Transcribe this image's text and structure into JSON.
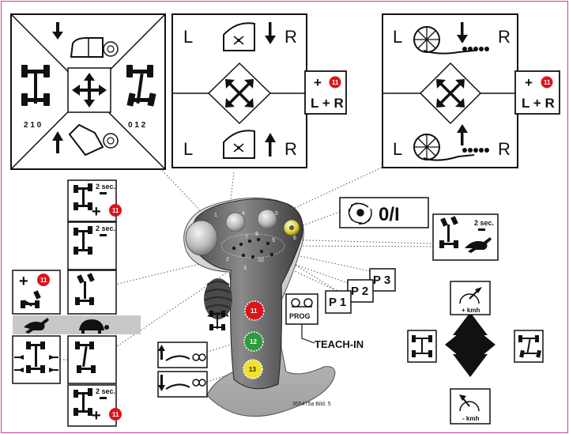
{
  "colors": {
    "frame": "#d43aa0",
    "badge_red": "#d9151c",
    "badge_green": "#2e9b3f",
    "badge_yellow": "#f2e12a",
    "speed_band": "#c8c8c8"
  },
  "top_left_panel": {
    "gears_left": "2 1 0",
    "gears_right": "0 1 2",
    "icon": "four-way-arrow-icon"
  },
  "middle_panel": {
    "label_l": "L",
    "label_r": "R",
    "label_l_bottom": "L",
    "label_r_bottom": "R",
    "side_box_plus": "+",
    "side_box_badge": "11",
    "side_box_text": "L + R"
  },
  "right_panel": {
    "label_l": "L",
    "label_r": "R",
    "label_l_bottom": "L",
    "label_r_bottom": "R",
    "side_box_plus": "+",
    "side_box_badge": "11",
    "side_box_text": "L + R"
  },
  "left_column": {
    "two_sec": "2 sec.",
    "badge": "11",
    "plus": "+"
  },
  "left_outer": {
    "plus": "+",
    "badge": "11"
  },
  "right_callouts": {
    "fan_text": "0/I",
    "two_sec": "2 sec.",
    "p1": "P 1",
    "p2": "P 2",
    "p3": "P 3",
    "prog": "PROG",
    "teach_in": "TEACH-IN"
  },
  "joystick": {
    "buttons": [
      "1",
      "2",
      "3",
      "4",
      "5",
      "6",
      "7",
      "8",
      "9",
      "10"
    ],
    "badge_red": "11",
    "badge_green": "12",
    "badge_yellow": "13",
    "part_no": "355475a Bild. 5"
  },
  "cross_controls": {
    "plus_kmh": "+ kmh",
    "minus_kmh": "- kmh"
  }
}
